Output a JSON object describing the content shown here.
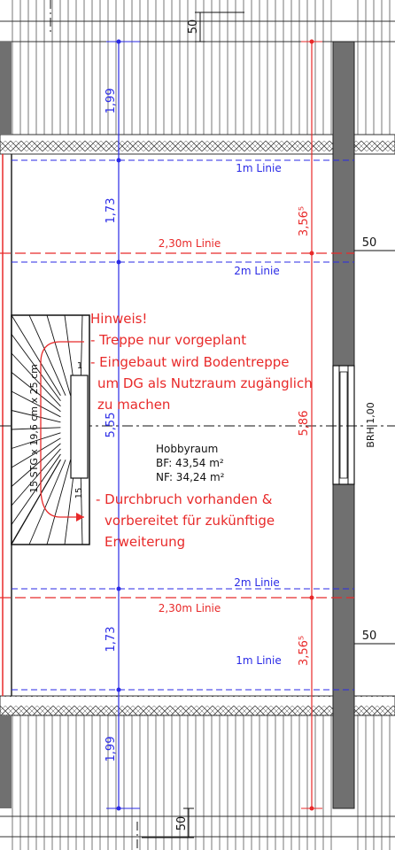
{
  "plan": {
    "dimensions": {
      "top_overhang": "50",
      "bottom_overhang": "50",
      "right_upper": "50",
      "right_lower": "50",
      "blue_top": "1,99",
      "blue_upper": "1,73",
      "blue_middle": "5,55",
      "blue_lower": "1,73",
      "blue_bottom": "1,99",
      "red_upper": "3,56⁵",
      "red_middle": "5,86",
      "red_lower": "3,56⁵"
    },
    "lines": {
      "one_m_top": "1m Linie",
      "two_thirty_top": "2,30m Linie",
      "two_m_top": "2m Linie",
      "two_m_bottom": "2m Linie",
      "two_thirty_bottom": "2,30m Linie",
      "one_m_bottom": "1m Linie"
    },
    "window_label": "BRH 1,00",
    "stair": {
      "label": "15 STG x 19,6 cm x 25 cm",
      "step_first": "1",
      "step_last": "15"
    },
    "room": {
      "name": "Hobbyraum",
      "bf": "BF: 43,54 m²",
      "nf": "NF: 34,24 m²"
    },
    "notes": {
      "hint_title": "Hinweis!",
      "hint_1": "- Treppe nur vorgeplant",
      "hint_2a": "- Eingebaut wird Bodentreppe",
      "hint_2b": "um DG als Nutzraum zugänglich",
      "hint_2c": "zu machen",
      "hint_3a": "- Durchbruch vorhanden &",
      "hint_3b": "vorbereitet für zukünftige",
      "hint_3c": "Erweiterung"
    },
    "colors": {
      "blue": "#2a2ae6",
      "red": "#e82a2a",
      "wall": "#707070",
      "black": "#111111"
    }
  }
}
